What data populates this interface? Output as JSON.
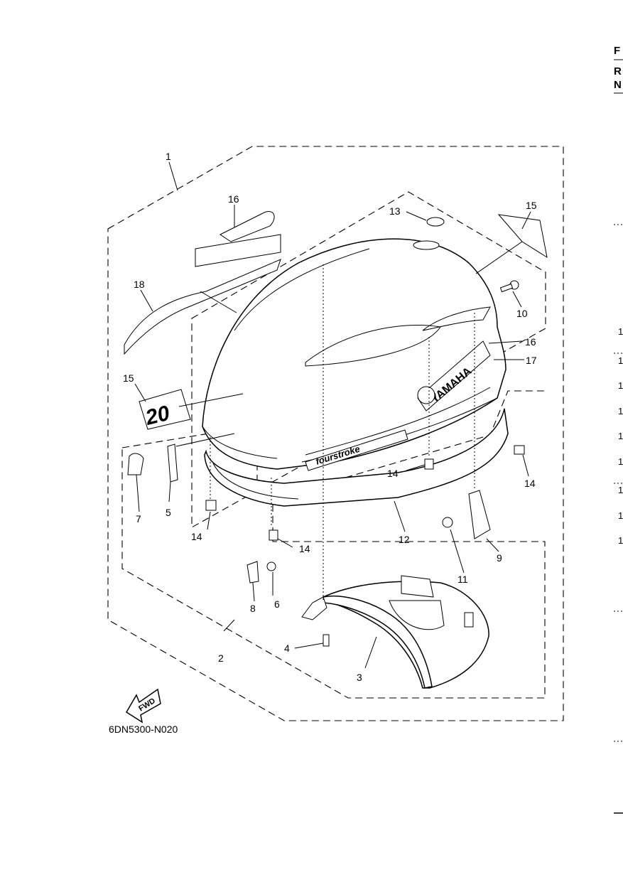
{
  "edge_text": {
    "top_letters": [
      "F",
      "R",
      "N"
    ],
    "side_numbers": [
      "1",
      "1",
      "1",
      "1",
      "1",
      "1",
      "1",
      "1",
      "1"
    ]
  },
  "callouts": [
    {
      "id": "1",
      "label": "1"
    },
    {
      "id": "2",
      "label": "2"
    },
    {
      "id": "3",
      "label": "3"
    },
    {
      "id": "4",
      "label": "4"
    },
    {
      "id": "5",
      "label": "5"
    },
    {
      "id": "6",
      "label": "6"
    },
    {
      "id": "7",
      "label": "7"
    },
    {
      "id": "8",
      "label": "8"
    },
    {
      "id": "9",
      "label": "9"
    },
    {
      "id": "10",
      "label": "10"
    },
    {
      "id": "11",
      "label": "11"
    },
    {
      "id": "12",
      "label": "12"
    },
    {
      "id": "13",
      "label": "13"
    },
    {
      "id": "14a",
      "label": "14"
    },
    {
      "id": "14b",
      "label": "14"
    },
    {
      "id": "14c",
      "label": "14"
    },
    {
      "id": "14d",
      "label": "14"
    },
    {
      "id": "15a",
      "label": "15"
    },
    {
      "id": "15b",
      "label": "15"
    },
    {
      "id": "16a",
      "label": "16"
    },
    {
      "id": "16b",
      "label": "16"
    },
    {
      "id": "17",
      "label": "17"
    },
    {
      "id": "18",
      "label": "18"
    }
  ],
  "decals": {
    "brand": "YAMAHA",
    "model": "fourstroke",
    "number": "20"
  },
  "fwd_label": "FWD",
  "diagram_code": "6DN5300-N020"
}
